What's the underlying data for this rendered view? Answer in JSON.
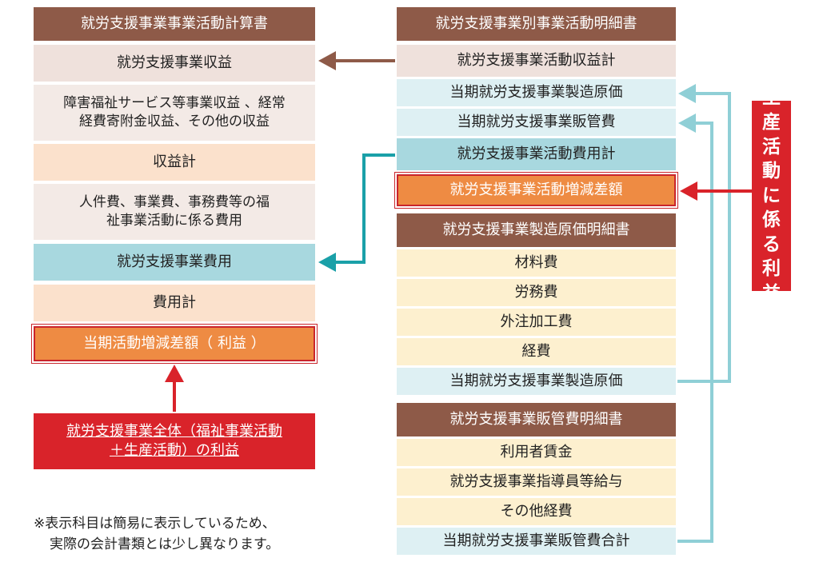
{
  "left": {
    "header": "就労支援事業事業活動計算書",
    "rows": [
      "就労支援事業収益",
      "障害福祉サービス等事業収益 、経常経費寄附金収益、その他の収益",
      "収益計",
      "人件費、事業費、事務費等の福祉事業活動に係る費用",
      "就労支援事業費用",
      "費用計",
      "当期活動増減差額（ 利益 ）"
    ]
  },
  "callout": "就労支援事業全体（福祉事業活動＋生産活動）の利益",
  "note": [
    "※表示科目は簡易に表示しているため、",
    "実際の会計書類とは少し異なります。"
  ],
  "right_top": {
    "header": "就労支援事業別事業活動明細書",
    "rows": [
      "就労支援事業活動収益計",
      "当期就労支援事業製造原価",
      "当期就労支援事業販管費",
      "就労支援事業活動費用計",
      "就労支援事業活動増減差額"
    ]
  },
  "right_mid": {
    "header": "就労支援事業製造原価明細書",
    "rows": [
      "材料費",
      "労務費",
      "外注加工費",
      "経費",
      "当期就労支援事業製造原価"
    ]
  },
  "right_bot": {
    "header": "就労支援事業販管費明細書",
    "rows": [
      "利用者賃金",
      "就労支援事業指導員等給与",
      "その他経費",
      "当期就労支援事業販管費合計"
    ]
  },
  "side_label": [
    "生",
    "産",
    "活",
    "動",
    "に",
    "係",
    "る",
    "利",
    "益"
  ],
  "colors": {
    "brown_arrow": "#8e5a48",
    "teal_arrow": "#1aa0a8",
    "light_teal_arrow": "#8fcfd6",
    "red": "#d9232a"
  }
}
